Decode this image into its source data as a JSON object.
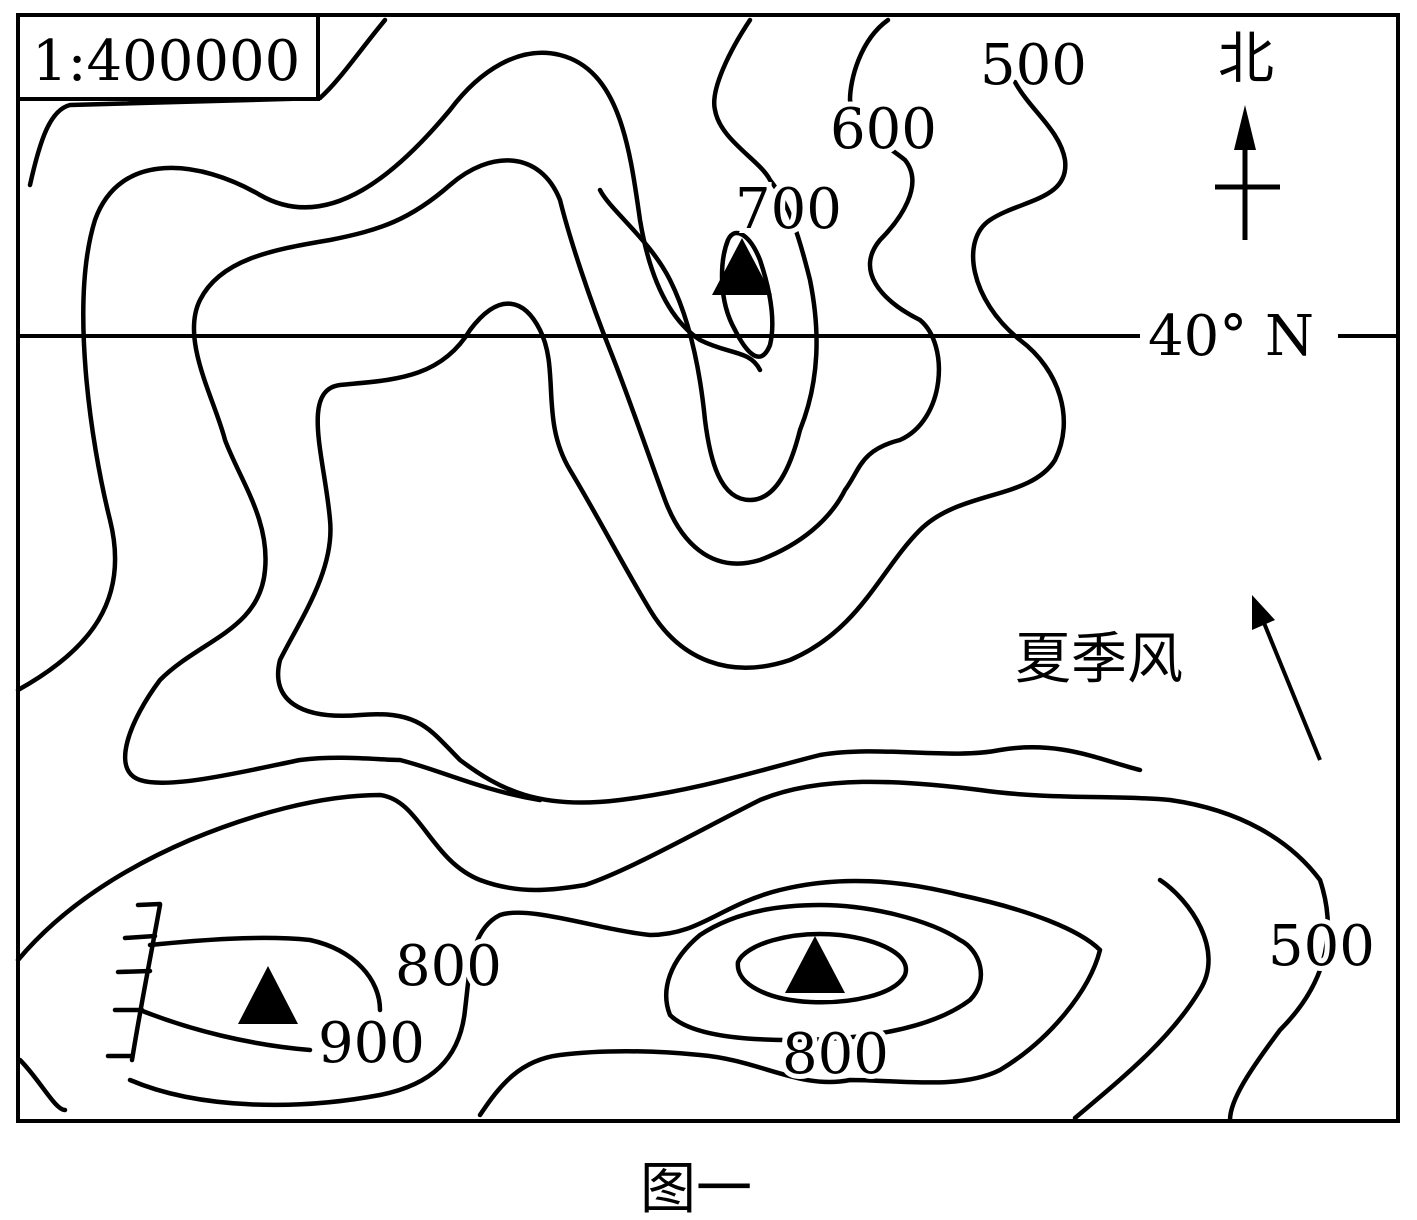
{
  "map": {
    "scale": "1:400000",
    "north_label": "北",
    "latitude_label": "40° N",
    "wind_label": "夏季风",
    "caption": "图一"
  },
  "contour_labels": {
    "top_500": "500",
    "top_600": "600",
    "top_700": "700",
    "left_800": "800",
    "left_900": "900",
    "mid_800": "800",
    "right_500": "500"
  },
  "colors": {
    "line": "#000000",
    "background": "#ffffff"
  },
  "icons": [
    "north-arrow-icon",
    "peak-icon",
    "cliff-hatch-icon",
    "wind-arrow-icon"
  ]
}
